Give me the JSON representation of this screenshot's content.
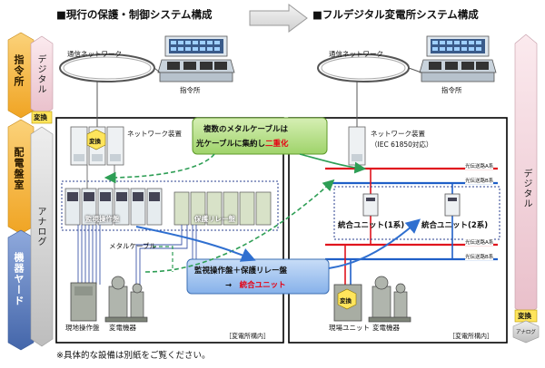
{
  "headers": {
    "current_system": "■現行の保護・制御システム構成",
    "digital_system": "■フルデジタル変電所システム構成"
  },
  "left_labels": {
    "command_center": "指令所",
    "switchboard_room": "配電盤室",
    "equipment_yard": "機器ヤード",
    "digital": "デジタル",
    "convert": "変換",
    "analog": "アナログ"
  },
  "right_labels": {
    "digital": "デジタル",
    "convert": "変換",
    "analog": "アナログ"
  },
  "left_diagram": {
    "network_label": "通信ネットワーク",
    "command_center_label": "指令所",
    "convert_badge": "変換",
    "network_device": "ネットワーク装置",
    "monitor_panel": "監視操作盤",
    "relay_panel": "保護リレー盤",
    "metal_cable": "メタルケーブル",
    "local_panel": "現地操作盤",
    "substation_equipment": "変電機器",
    "inside_label": "［変電所構内］"
  },
  "right_diagram": {
    "network_label": "通信ネットワーク",
    "command_center_label": "指令所",
    "network_device": "ネットワーク装置",
    "iec_label": "（IEC 61850対応）",
    "unit1": "統合ユニット(1系)",
    "unit2": "統合ユニット(2系)",
    "bus_a1": "光伝送路A系",
    "bus_b1": "光伝送路B系",
    "bus_a2": "光伝送路A系",
    "bus_b2": "光伝送路B系",
    "field_unit": "現場ユニット",
    "convert_badge": "変換",
    "substation_equipment": "変電機器",
    "inside_label": "［変電所構内］"
  },
  "callouts": {
    "green_line1": "複数のメタルケーブルは",
    "green_line2_a": "光ケーブルに集約し",
    "green_line2_b": "二重化",
    "blue_line1": "監視操作盤＋保護リレー盤",
    "blue_line2_a": "→　",
    "blue_line2_b": "統合ユニット"
  },
  "footnote": "※具体的な設備は別紙をご覧ください。",
  "colors": {
    "orange": "#f5b335",
    "blue_tag": "#5d7fbf",
    "pink": "#f2d5dd",
    "gray": "#cfcfcf",
    "green": "#2e9e55",
    "blue_arrow": "#2f6fd0",
    "red_bus": "#e0141e",
    "blue_bus": "#1f5fc8",
    "callout_green": "#b9e08c",
    "callout_blue": "#9fc3f0"
  }
}
